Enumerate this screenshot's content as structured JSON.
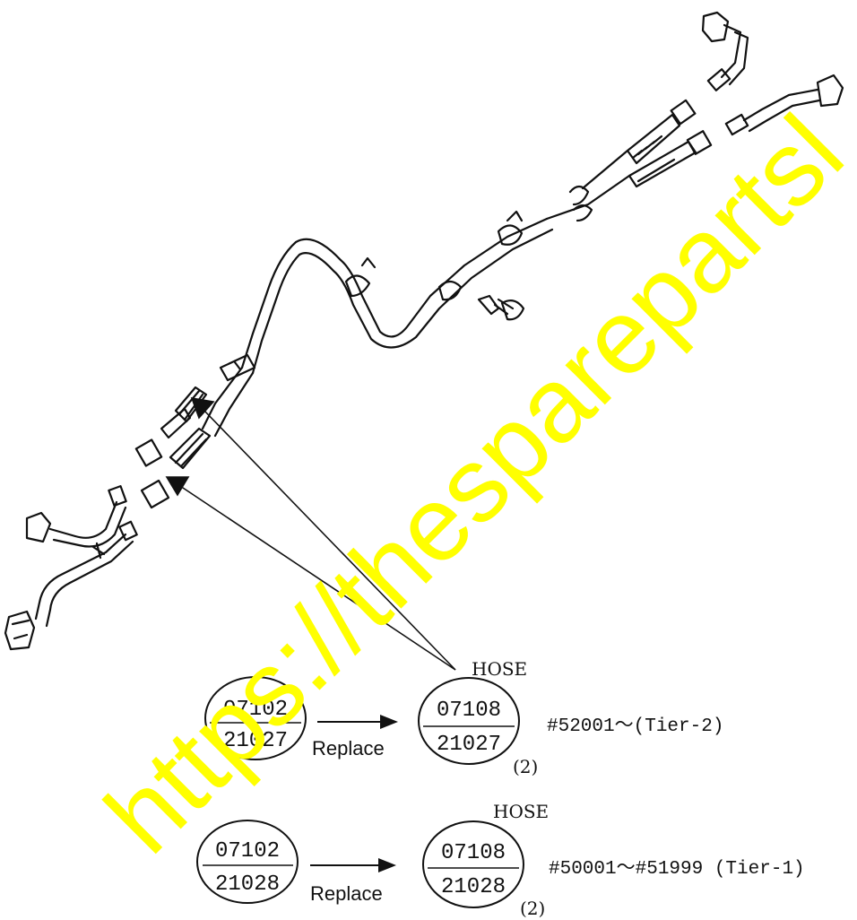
{
  "watermark": "https://thesparepartsl",
  "callouts": [
    {
      "old_part": {
        "top": "07102",
        "bottom": "21027"
      },
      "action": "Replace",
      "new_part": {
        "title": "HOSE",
        "top": "07108",
        "bottom": "21027",
        "qty": "(2)"
      },
      "serial_note": "#52001～(Tier-2)"
    },
    {
      "old_part": {
        "top": "07102",
        "bottom": "21028"
      },
      "action": "Replace",
      "new_part": {
        "title": "HOSE",
        "top": "07108",
        "bottom": "21028",
        "qty": "(2)"
      },
      "serial_note": "#50001～#51999 (Tier-1)"
    }
  ]
}
